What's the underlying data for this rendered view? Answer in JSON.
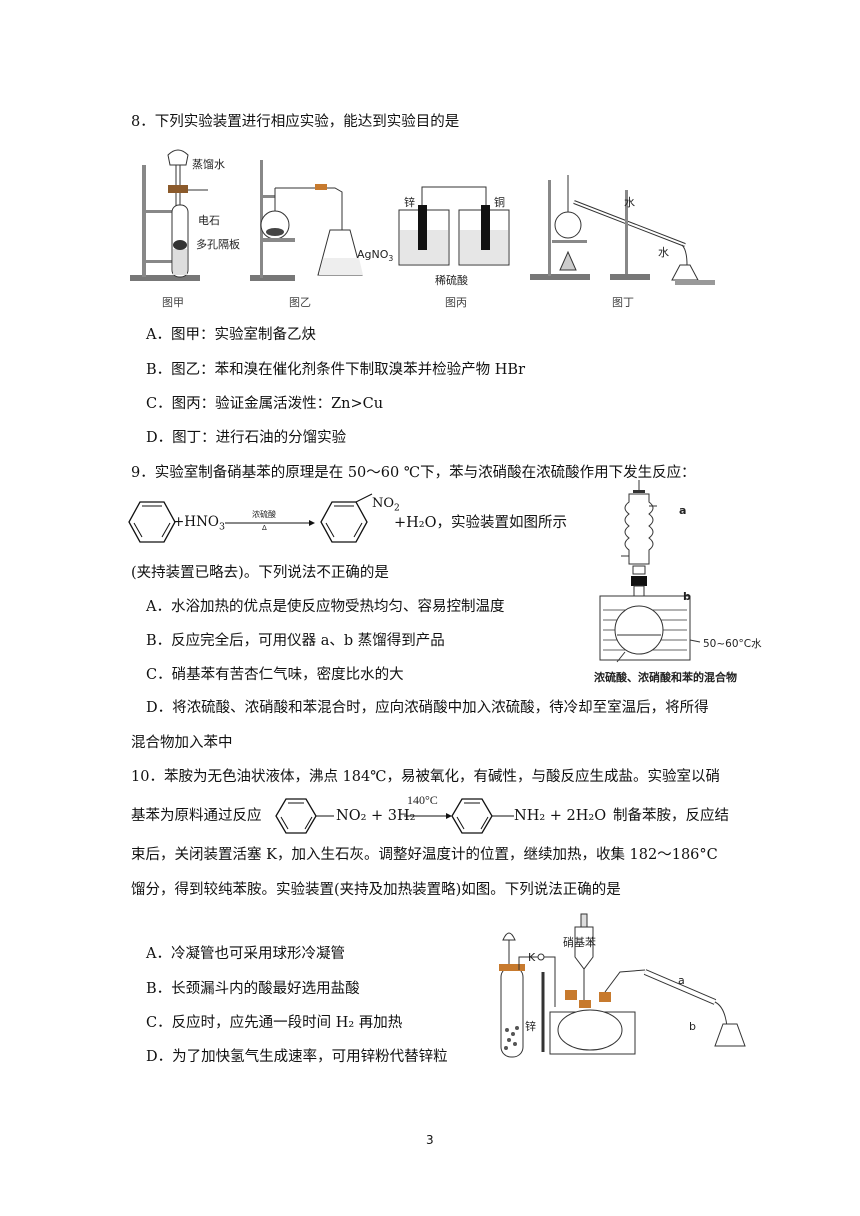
{
  "q8": {
    "stem": "8．下列实验装置进行相应实验，能达到实验目的是",
    "fig_labels": {
      "jia_water": "蒸馏水",
      "jia_stone": "电石",
      "jia_plate": "多孔隔板",
      "yi_agno3": "AgNO",
      "yi_agno3_sub": "3",
      "bing_zn": "锌",
      "bing_cu": "铜",
      "bing_acid": "稀硫酸",
      "ding_water_in": "水",
      "ding_water_out": "水"
    },
    "captions": [
      "图甲",
      "图乙",
      "图丙",
      "图丁"
    ],
    "options": [
      "A．图甲：实验室制备乙炔",
      "B．图乙：苯和溴在催化剂条件下制取溴苯并检验产物 HBr",
      "C．图丙：验证金属活泼性：Zn>Cu",
      "D．图丁：进行石油的分馏实验"
    ]
  },
  "q9": {
    "stem": "9．实验室制备硝基苯的原理是在 50～60 ℃下，苯与浓硝酸在浓硫酸作用下发生反应：",
    "eq_reagent": "+HNO",
    "eq_reagent_sub": "3",
    "eq_condition_top": "浓硫酸",
    "eq_condition_bottom": "Δ",
    "eq_group": "NO",
    "eq_group_sub": "2",
    "eq_tail": "+H₂O，实验装置如图所示",
    "stem_cont": "(夹持装置已略去)。下列说法不正确的是",
    "fig_a": "a",
    "fig_b": "b",
    "fig_temp": "50~60°C水",
    "fig_caption": "浓硫酸、浓硝酸和苯的混合物",
    "options": [
      "A．水浴加热的优点是使反应物受热均匀、容易控制温度",
      "B．反应完全后，可用仪器 a、b 蒸馏得到产品",
      "C．硝基苯有苦杏仁气味，密度比水的大",
      "D．将浓硫酸、浓硝酸和苯混合时，应向浓硝酸中加入浓硫酸，待冷却至室温后，将所得"
    ],
    "option_d_cont": "混合物加入苯中"
  },
  "q10": {
    "line1": "10．苯胺为无色油状液体，沸点 184℃，易被氧化，有碱性，与酸反应生成盐。实验室以硝",
    "line2_pre": "基苯为原料通过反应",
    "eq_left": "NO₂ + 3H₂",
    "eq_cond": "140°C",
    "eq_right": "NH₂ + 2H₂O",
    "line2_post": "制备苯胺，反应结",
    "line3": "束后，关闭装置活塞 K，加入生石灰。调整好温度计的位置，继续加热，收集 182～186°C",
    "line4": "馏分，得到较纯苯胺。实验装置(夹持及加热装置略)如图。下列说法正确的是",
    "fig_nitro": "硝基苯",
    "fig_k": "K",
    "fig_zn": "锌",
    "fig_a": "a",
    "fig_b": "b",
    "options": [
      "A．冷凝管也可采用球形冷凝管",
      "B．长颈漏斗内的酸最好选用盐酸",
      "C．反应时，应先通一段时间 H₂ 再加热",
      "D．为了加快氢气生成速率，可用锌粉代替锌粒"
    ]
  },
  "page_number": "3"
}
